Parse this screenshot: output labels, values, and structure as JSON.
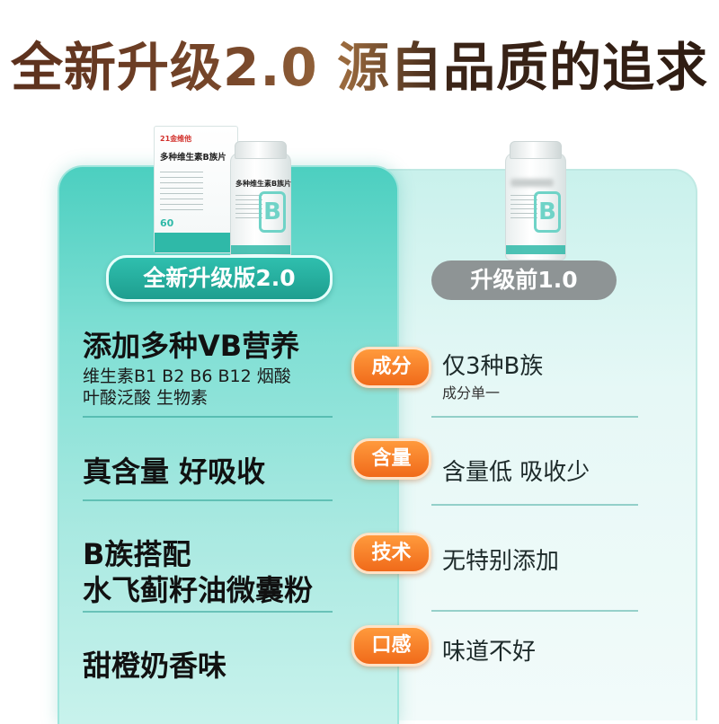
{
  "headline": "全新升级2.0 源自品质的追求",
  "product": {
    "brand": "21金维他",
    "name": "多种维生素B族片",
    "box_count": "60",
    "bottle_b": "B"
  },
  "left": {
    "pill": "全新升级版2.0",
    "rows": [
      {
        "main": "添加多种VB营养",
        "sub1": "维生素B1 B2 B6 B12 烟酸",
        "sub2": "叶酸泛酸 生物素"
      },
      {
        "main": "真含量 好吸收"
      },
      {
        "main": "B族搭配",
        "main2": "水飞蓟籽油微囊粉"
      },
      {
        "main": "甜橙奶香味"
      }
    ]
  },
  "right": {
    "pill": "升级前1.0",
    "rows": [
      {
        "main": "仅3种B族",
        "sub": "成分单一"
      },
      {
        "main": "含量低 吸收少"
      },
      {
        "main": "无特别添加"
      },
      {
        "main": "味道不好"
      }
    ]
  },
  "badges": [
    "成分",
    "含量",
    "技术",
    "口感"
  ],
  "colors": {
    "teal": "#2fbfae",
    "orange": "#f06a1a",
    "grey_pill": "#8e9495",
    "headline_brown": "#5a2f1c"
  }
}
